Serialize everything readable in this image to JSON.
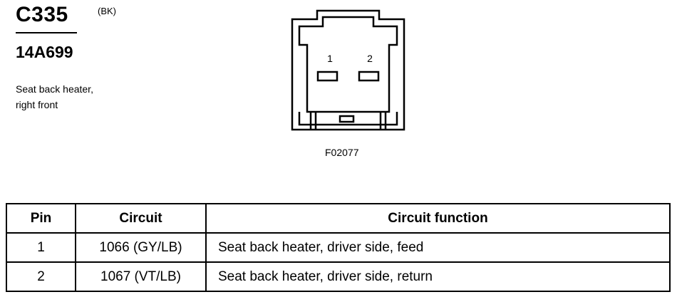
{
  "connector": {
    "id": "C335",
    "color_code": "(BK)",
    "part_number": "14A699",
    "description_lines": [
      "Seat back heater,",
      "right front"
    ]
  },
  "diagram": {
    "pin_labels": [
      "1",
      "2"
    ],
    "figure_code": "F02077"
  },
  "pin_table": {
    "headers": {
      "pin": "Pin",
      "circuit": "Circuit",
      "function": "Circuit function"
    },
    "rows": [
      {
        "pin": "1",
        "circuit": "1066 (GY/LB)",
        "function": "Seat back heater, driver side, feed"
      },
      {
        "pin": "2",
        "circuit": "1067 (VT/LB)",
        "function": "Seat back heater, driver side, return"
      }
    ]
  }
}
